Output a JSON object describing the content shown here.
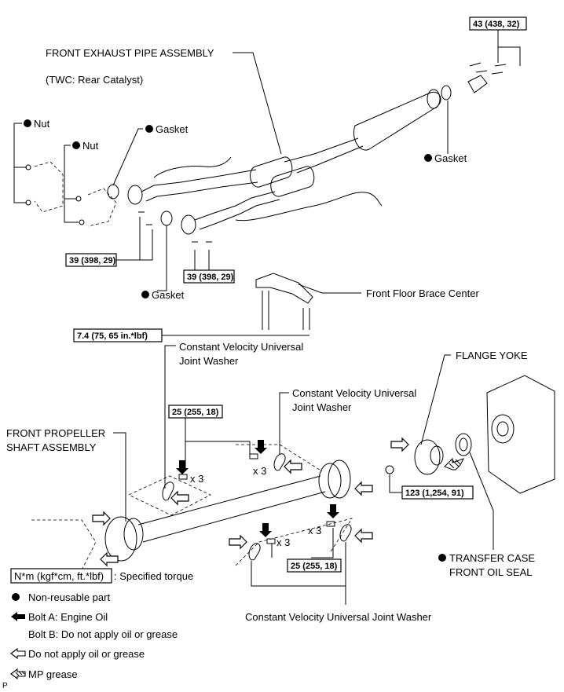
{
  "labels": {
    "front_exhaust": "FRONT EXHAUST PIPE ASSEMBLY",
    "twc": "(TWC: Rear Catalyst)",
    "nut": "Nut",
    "gasket": "Gasket",
    "front_floor_brace": "Front Floor Brace Center",
    "cv_washer_line1": "Constant Velocity Universal",
    "cv_washer_line2": "Joint Washer",
    "cv_washer_full": "Constant Velocity Universal Joint Washer",
    "flange_yoke": "FLANGE YOKE",
    "front_prop_line1": "FRONT PROPELLER",
    "front_prop_line2": "SHAFT ASSEMBLY",
    "oil_seal_line1": "TRANSFER CASE",
    "oil_seal_line2": "FRONT OIL SEAL",
    "x3": "x 3",
    "corner_mark": "P"
  },
  "torques": {
    "t43": "43 (438, 32)",
    "t39a": "39 (398, 29)",
    "t39b": "39 (398, 29)",
    "t74": "7.4 (75, 65 in.*lbf)",
    "t25a": "25 (255, 18)",
    "t25b": "25 (255, 18)",
    "t123": "123 (1,254, 91)"
  },
  "legend": {
    "torque_box": "N*m (kgf*cm, ft.*lbf)",
    "torque_desc": ": Specified torque",
    "non_reusable": "Non-reusable part",
    "bolt_a": "Bolt A: Engine Oil",
    "bolt_b": "Bolt B: Do not apply oil or grease",
    "no_oil": "Do not apply oil or grease",
    "mp_grease": "MP grease"
  },
  "icons": {
    "non_reusable": "filled-circle-icon",
    "engine_oil": "black-arrow-icon",
    "no_oil": "outline-arrow-icon",
    "mp_grease": "hatched-arrow-icon"
  }
}
